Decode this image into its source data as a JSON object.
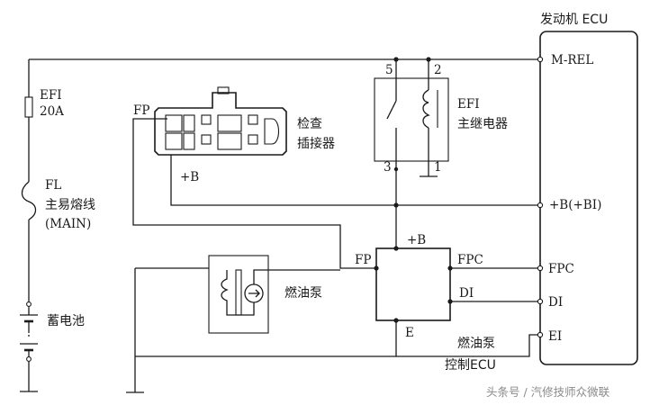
{
  "ecu": {
    "title": "发动机 ECU",
    "pins": {
      "mrel": "M-REL",
      "bbi": "+B(+BI)",
      "fpc": "FPC",
      "di": "DI",
      "ei": "EI"
    }
  },
  "fuse": {
    "name": "EFI",
    "rating": "20A"
  },
  "fusible_link": {
    "code": "FL",
    "name": "主易熔线",
    "sub": "(MAIN)"
  },
  "battery": {
    "name": "蓄电池"
  },
  "relay": {
    "name": "EFI",
    "name2": "主继电器",
    "pins": {
      "p5": "5",
      "p2": "2",
      "p3": "3",
      "p1": "1"
    }
  },
  "check_connector": {
    "line1": "检查",
    "line2": "插接器",
    "fp_label": "FP",
    "b_label": "+B"
  },
  "pump_ecu": {
    "name1": "燃油泵",
    "name2": "控制ECU",
    "pins": {
      "b": "+B",
      "fp": "FP",
      "fpc": "FPC",
      "di": "DI",
      "e": "E"
    }
  },
  "fuel_pump": {
    "name": "燃油泵"
  },
  "watermark": "头条号 / 汽修技师众微联"
}
